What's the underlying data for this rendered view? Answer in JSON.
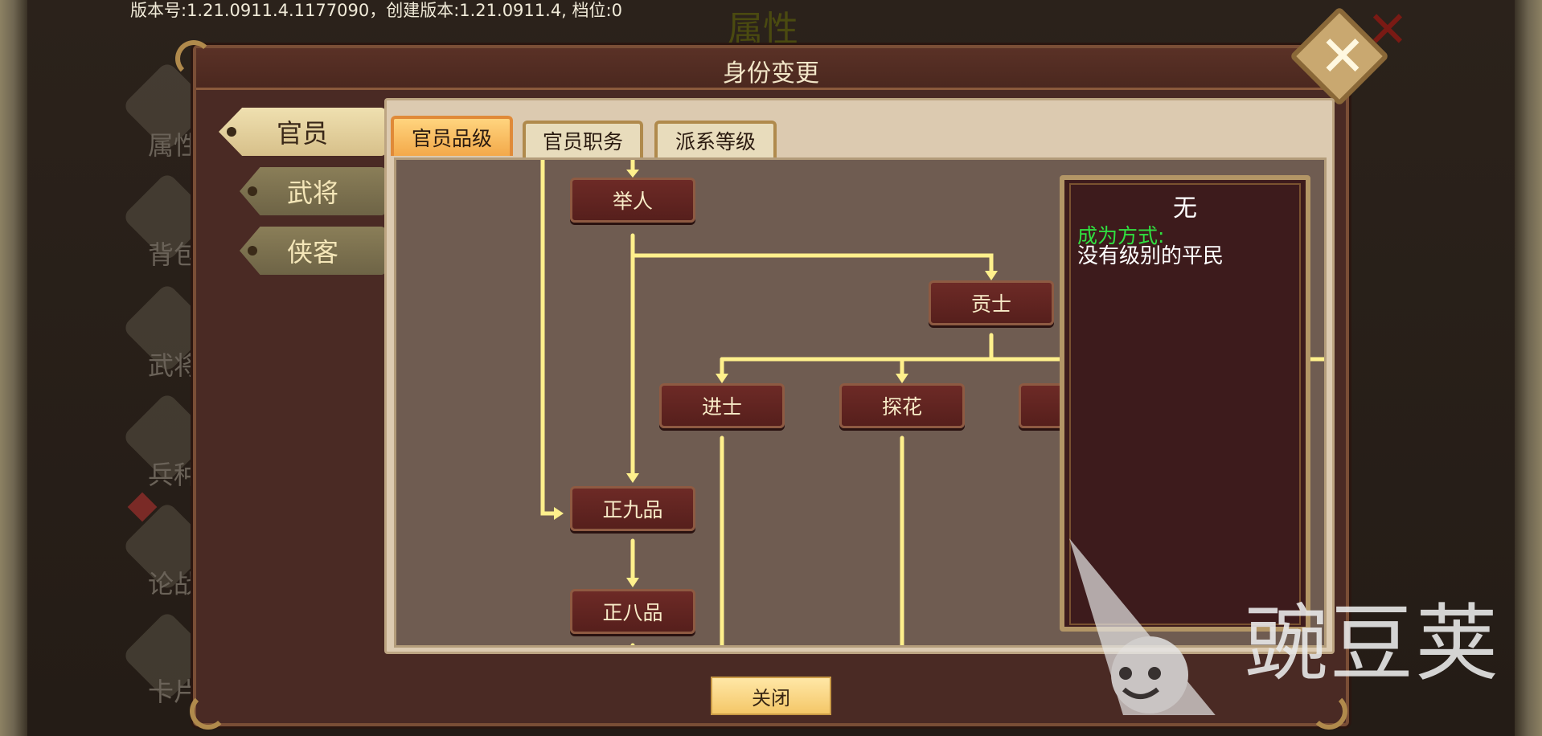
{
  "version_text": "版本号:1.21.0911.4.1177090，创建版本:1.21.0911.4, 档位:0",
  "background": {
    "title": "属性",
    "side_labels": [
      "属性",
      "背包",
      "武将",
      "兵种",
      "论战",
      "卡片"
    ]
  },
  "dialog": {
    "title": "身份变更",
    "side_tabs": [
      "官员",
      "武将",
      "侠客"
    ],
    "tabs": [
      "官员品级",
      "官员职务",
      "派系等级"
    ],
    "close_label": "关闭"
  },
  "tree_nodes": [
    "举人",
    "贡士",
    "进士",
    "探花",
    "正九品",
    "正八品"
  ],
  "info": {
    "title": "无",
    "method_label": "成为方式:",
    "method_text": "没有级别的平民"
  },
  "watermark": "豌豆荚",
  "colors": {
    "node_fill": "#5e2220",
    "line": "#fff08c",
    "panel_bg": "#6f5c51",
    "active_tab": "#f3a94a",
    "method_label": "#30e040"
  }
}
